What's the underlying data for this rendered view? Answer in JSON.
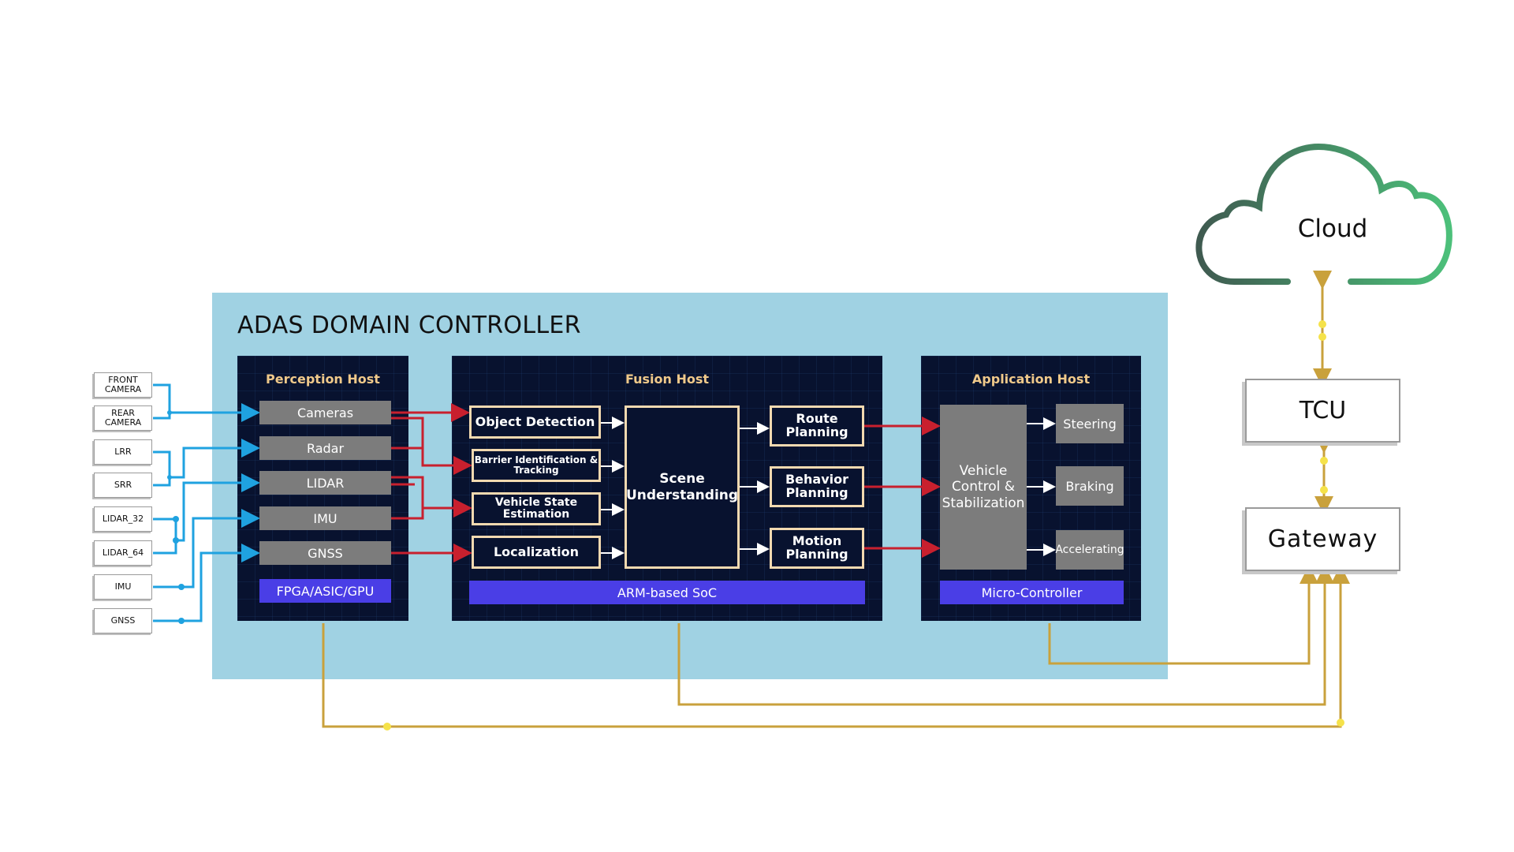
{
  "title": "ADAS DOMAIN CONTROLLER",
  "sensors": [
    "FRONT\nCAMERA",
    "REAR\nCAMERA",
    "LRR",
    "SRR",
    "LIDAR_32",
    "LIDAR_64",
    "IMU",
    "GNSS"
  ],
  "perception_host": {
    "title": "Perception Host",
    "items": [
      "Cameras",
      "Radar",
      "LIDAR",
      "IMU",
      "GNSS"
    ],
    "chip": "FPGA/ASIC/GPU"
  },
  "fusion_host": {
    "title": "Fusion Host",
    "inputs": [
      "Object Detection",
      "Barrier Identification &\nTracking",
      "Vehicle State\nEstimation",
      "Localization"
    ],
    "center": "Scene\nUnderstanding",
    "planning": [
      "Route\nPlanning",
      "Behavior\nPlanning",
      "Motion\nPlanning"
    ],
    "chip": "ARM-based SoC"
  },
  "application_host": {
    "title": "Application Host",
    "control": "Vehicle\nControl &\nStabilization",
    "outputs": [
      "Steering",
      "Braking",
      "Accelerating"
    ],
    "chip": "Micro-Controller"
  },
  "external": {
    "cloud": "Cloud",
    "tcu": "TCU",
    "gateway": "Gateway"
  },
  "colors": {
    "container": "#a0d2e3",
    "panel": "#08122f",
    "panel_title": "#f0c98a",
    "chip": "#4a3ee6",
    "sensor_wire": "#1fa2e0",
    "data_wire": "#c8202e",
    "internal_wire": "#ffffff",
    "network_wire": "#c9a13c",
    "cloud_dark": "#3f5a50",
    "cloud_light": "#4cc07a"
  }
}
